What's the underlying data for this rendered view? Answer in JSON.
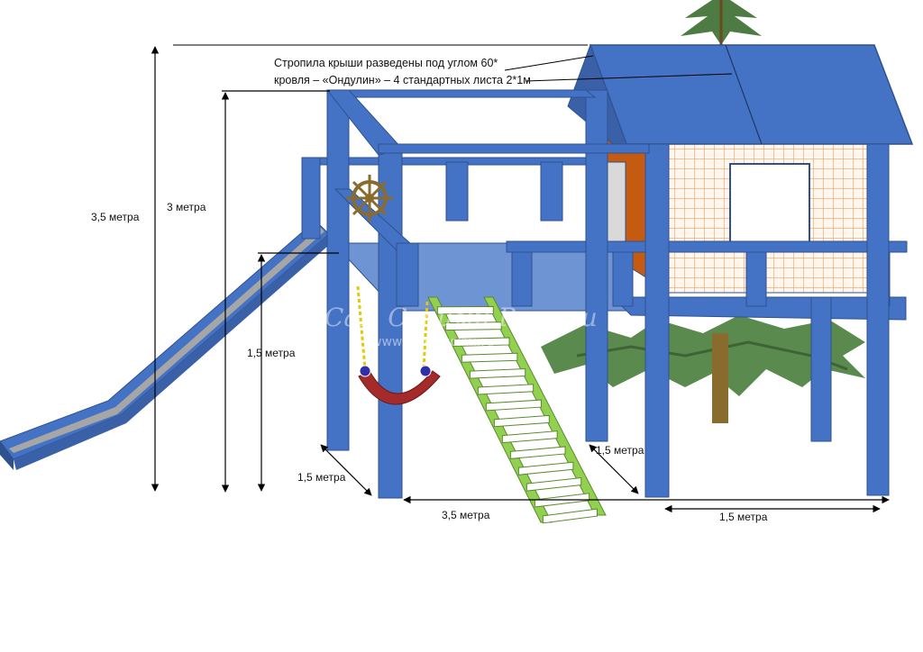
{
  "notes": {
    "line1": "Стропила крыши разведены под углом 60*",
    "line2": "кровля – «Ондулин» – 4 стандартных листа 2*1м"
  },
  "dimensions": {
    "total_height": "3,5 метра",
    "platform_height": "3 метра",
    "deck_height": "1,5 метра",
    "depth_left": "1,5 метра",
    "length": "3,5 метра",
    "depth_right": "1,5 метра",
    "house_width": "1,5 метра"
  },
  "watermark": {
    "text": "Сам Своими Руками",
    "site": "www.sam.svoimi.ru"
  },
  "colors": {
    "post": "#4472c4",
    "post_dark": "#2f528f",
    "deck": "#6f94d4",
    "roof": "#4472c4",
    "wall_grid": "#f4b183",
    "wall_bg": "#fff2e6",
    "gable": "#c55a11",
    "ladder": "#92d050",
    "swing": "#a52a2a",
    "tree": "#4e7a43",
    "trunk": "#8a6b2e"
  }
}
